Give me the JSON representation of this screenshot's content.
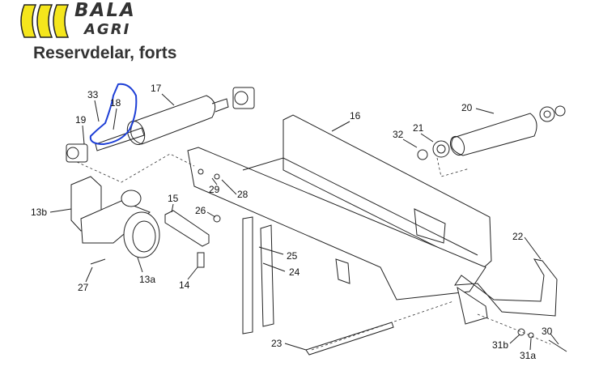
{
  "brand": {
    "line1": "BALA",
    "line2": "AGRI",
    "logo_color": "#f5e61c"
  },
  "header": {
    "title": "Reservdelar, forts"
  },
  "annotation": {
    "color": "#1e3fd6"
  },
  "parts": {
    "p33": "33",
    "p18": "18",
    "p17": "17",
    "p19": "19",
    "p16": "16",
    "p20": "20",
    "p21": "21",
    "p32": "32",
    "p13b": "13b",
    "p15": "15",
    "p26": "26",
    "p29": "29",
    "p28": "28",
    "p22": "22",
    "p25": "25",
    "p24": "24",
    "p14": "14",
    "p27": "27",
    "p13a": "13a",
    "p23": "23",
    "p30": "30",
    "p31b": "31b",
    "p31a": "31a"
  }
}
